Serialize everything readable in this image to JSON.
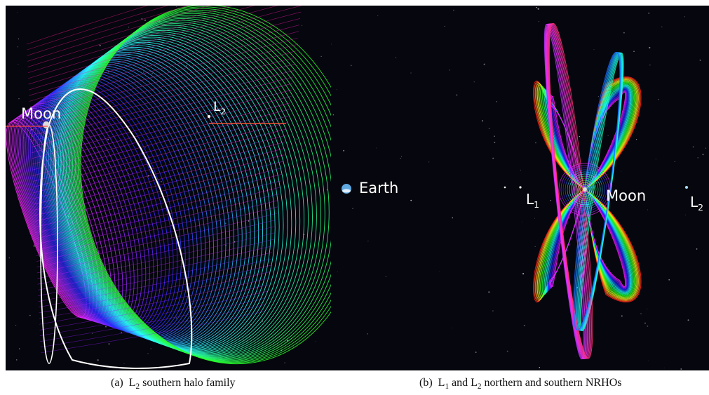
{
  "panel_a": {
    "labels": {
      "moon": "Moon",
      "l2_main": "L",
      "l2_sub": "2"
    },
    "caption": {
      "tag": "(a)",
      "l_main": "L",
      "l_sub": "2",
      "text": "southern halo family"
    },
    "colors": {
      "background": "#06060e",
      "highlight_orbit": "#ffffff"
    }
  },
  "panel_b": {
    "labels": {
      "earth": "Earth",
      "l1_main": "L",
      "l1_sub": "1",
      "moon": "Moon",
      "l2_main": "L",
      "l2_sub": "2"
    },
    "caption": {
      "tag": "(b)",
      "l1_main": "L",
      "l1_sub": "1",
      "and": "and",
      "l2_main": "L",
      "l2_sub": "2",
      "text": "northern and southern NRHOs"
    },
    "colors": {
      "background": "#06060e",
      "earth": "#5fa8e0"
    }
  }
}
